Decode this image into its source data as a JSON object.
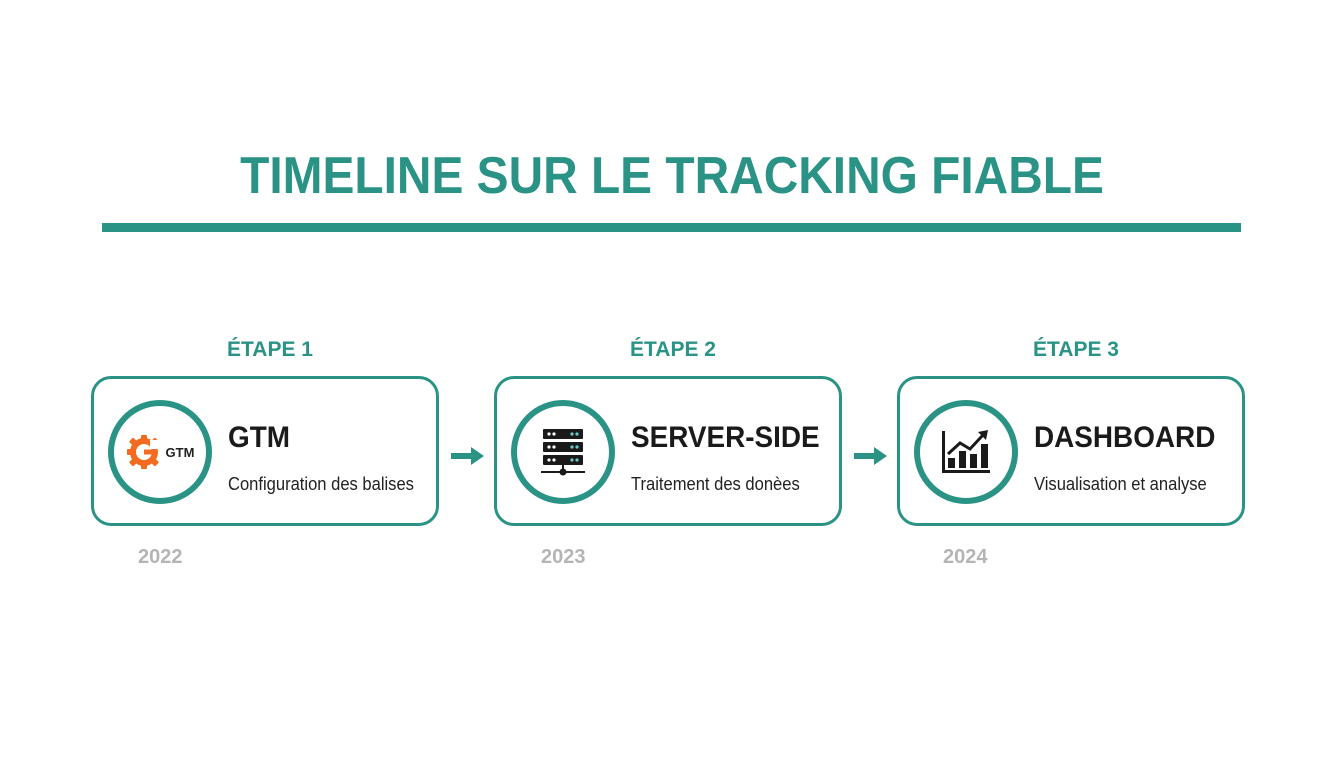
{
  "header": {
    "title": "TIMELINE SUR LE TRACKING FIABLE"
  },
  "colors": {
    "accent": "#2a9385",
    "gtm_orange": "#f26b21",
    "year_gray": "#b5b5b5",
    "text_dark": "#1a1a1a"
  },
  "steps": [
    {
      "label": "ÉTAPE 1",
      "title": "GTM",
      "subtitle": "Configuration des balises",
      "year": "2022",
      "icon": "gtm-gear-icon",
      "icon_text": "GTM"
    },
    {
      "label": "ÉTAPE 2",
      "title": "SERVER-SIDE",
      "subtitle": "Traitement des donèes",
      "year": "2023",
      "icon": "server-icon"
    },
    {
      "label": "ÉTAPE 3",
      "title": "DASHBOARD",
      "subtitle": "Visualisation et analyse",
      "year": "2024",
      "icon": "chart-growth-icon"
    }
  ],
  "connectors": [
    {
      "icon": "arrow-right-icon"
    },
    {
      "icon": "arrow-right-icon"
    }
  ]
}
